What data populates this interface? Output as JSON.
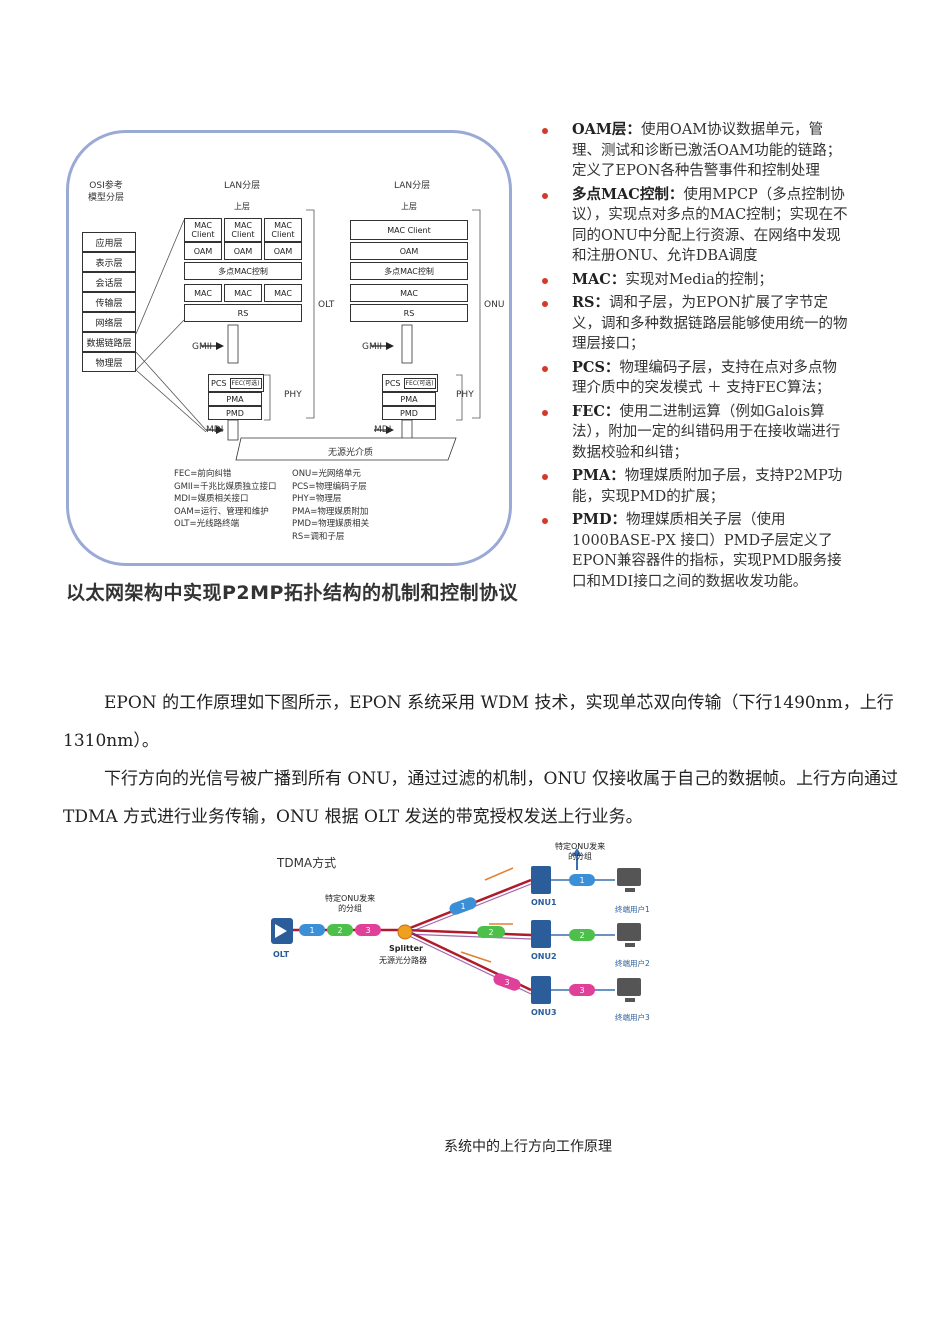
{
  "top_figure": {
    "osi_title": [
      "OSI参考",
      "模型分层"
    ],
    "osi_layers": [
      "应用层",
      "表示层",
      "会话层",
      "传输层",
      "网络层",
      "数据链路层",
      "物理层"
    ],
    "olt_stack": {
      "title": "LAN分层",
      "upper": "上层",
      "mac_client": [
        "MAC Client",
        "MAC Client",
        "MAC Client"
      ],
      "oam": [
        "OAM",
        "OAM",
        "OAM"
      ],
      "mpcp": "多点MAC控制",
      "mac": [
        "MAC",
        "MAC",
        "MAC"
      ],
      "rs": "RS",
      "gmii": "GMII",
      "pcs": "PCS",
      "fec": "FEC(可选)",
      "pma": "PMA",
      "pmd": "PMD",
      "mdi": "MDI",
      "side_label": "OLT",
      "phy_label": "PHY"
    },
    "onu_stack": {
      "title": "LAN分层",
      "upper": "上层",
      "mac_client": "MAC Client",
      "oam": "OAM",
      "mpcp": "多点MAC控制",
      "mac": "MAC",
      "rs": "RS",
      "gmii": "GMII",
      "pcs": "PCS",
      "fec": "FEC(可选)",
      "pma": "PMA",
      "pmd": "PMD",
      "mdi": "MDI",
      "side_label": "ONU",
      "phy_label": "PHY"
    },
    "medium": "无源光介质",
    "legend_left": [
      "FEC=前向纠错",
      "GMII=千兆比媒质独立接口",
      "MDI=媒质相关接口",
      "OAM=运行、管理和维护",
      "OLT=光线路终端"
    ],
    "legend_right": [
      "ONU=光网络单元",
      "PCS=物理编码子层",
      "PHY=物理层",
      "PMA=物理媒质附加",
      "PMD=物理媒质相关",
      "RS=调和子层"
    ],
    "caption": "以太网架构中实现P2MP拓扑结构的机制和控制协议"
  },
  "bullets": [
    {
      "term": "OAM层：",
      "text": "使用OAM协议数据单元，管理、测试和诊断已激活OAM功能的链路；定义了EPON各种告警事件和控制处理"
    },
    {
      "term": "多点MAC控制：",
      "text": "使用MPCP（多点控制协议），实现点对多点的MAC控制；实现在不同的ONU中分配上行资源、在网络中发现和注册ONU、允许DBA调度"
    },
    {
      "term": "MAC：",
      "text": "实现对Media的控制；"
    },
    {
      "term": "RS：",
      "text": "调和子层，为EPON扩展了字节定义，调和多种数据链路层能够使用统一的物理层接口；"
    },
    {
      "term": "PCS：",
      "text": "物理编码子层，支持在点对多点物理介质中的突发模式 ＋ 支持FEC算法；"
    },
    {
      "term": "FEC：",
      "text": "使用二进制运算（例如Galois算法），附加一定的纠错码用于在接收端进行数据校验和纠错；"
    },
    {
      "term": "PMA：",
      "text": "物理媒质附加子层，支持P2MP功能，实现PMD的扩展；"
    },
    {
      "term": "PMD：",
      "text": "物理媒质相关子层（使用1000BASE-PX 接口）PMD子层定义了EPON兼容器件的指标，实现PMD服务接口和MDI接口之间的数据收发功能。"
    }
  ],
  "paragraphs": [
    "EPON 的工作原理如下图所示，EPON 系统采用 WDM 技术，实现单芯双向传输（下行1490nm，上行1310nm）。",
    "下行方向的光信号被广播到所有 ONU，通过过滤的机制，ONU 仅接收属于自己的数据帧。上行方向通过 TDMA 方式进行业务传输，ONU 根据 OLT 发送的带宽授权发送上行业务。"
  ],
  "tdma_figure": {
    "title": "TDMA方式",
    "olt_label": "OLT",
    "splitter_label": "Splitter",
    "splitter_sub": "无源光分路器",
    "grouped_label": [
      "特定ONU发来",
      "的分组"
    ],
    "top_grouped_label": [
      "特定ONU发来",
      "的分组"
    ],
    "onus": [
      "ONU1",
      "ONU2",
      "ONU3"
    ],
    "users": [
      "终端用户1",
      "终端用户2",
      "终端用户3"
    ],
    "packets": [
      "1",
      "2",
      "3"
    ],
    "colors": {
      "p1": "#3b8fd6",
      "p2": "#4cc04a",
      "p3": "#e0409a",
      "fiber": "#b01a2a",
      "onu": "#2a5d9a"
    }
  },
  "tdma_caption": "系统中的上行方向工作原理"
}
